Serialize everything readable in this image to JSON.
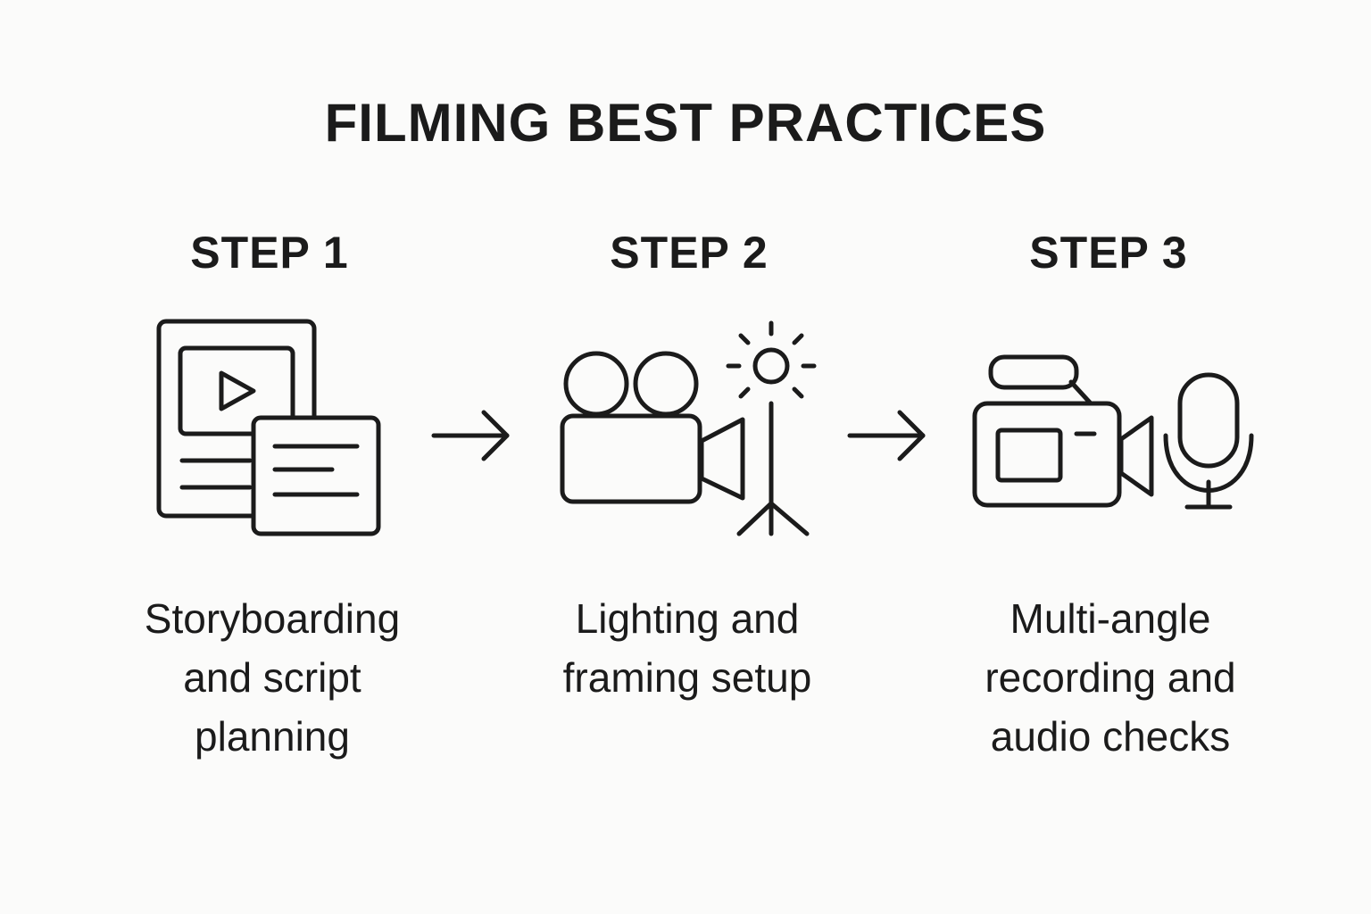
{
  "title": "FILMING BEST PRACTICES",
  "steps": [
    {
      "label": "STEP 1",
      "description": "Storyboarding\nand script\nplanning",
      "icon": "storyboard-icon"
    },
    {
      "label": "STEP 2",
      "description": "Lighting and\nframing setup",
      "icon": "film-camera-light-icon"
    },
    {
      "label": "STEP 3",
      "description": "Multi-angle\nrecording and\naudio checks",
      "icon": "camcorder-microphone-icon"
    }
  ],
  "connectors": [
    "arrow-right-icon",
    "arrow-right-icon"
  ]
}
